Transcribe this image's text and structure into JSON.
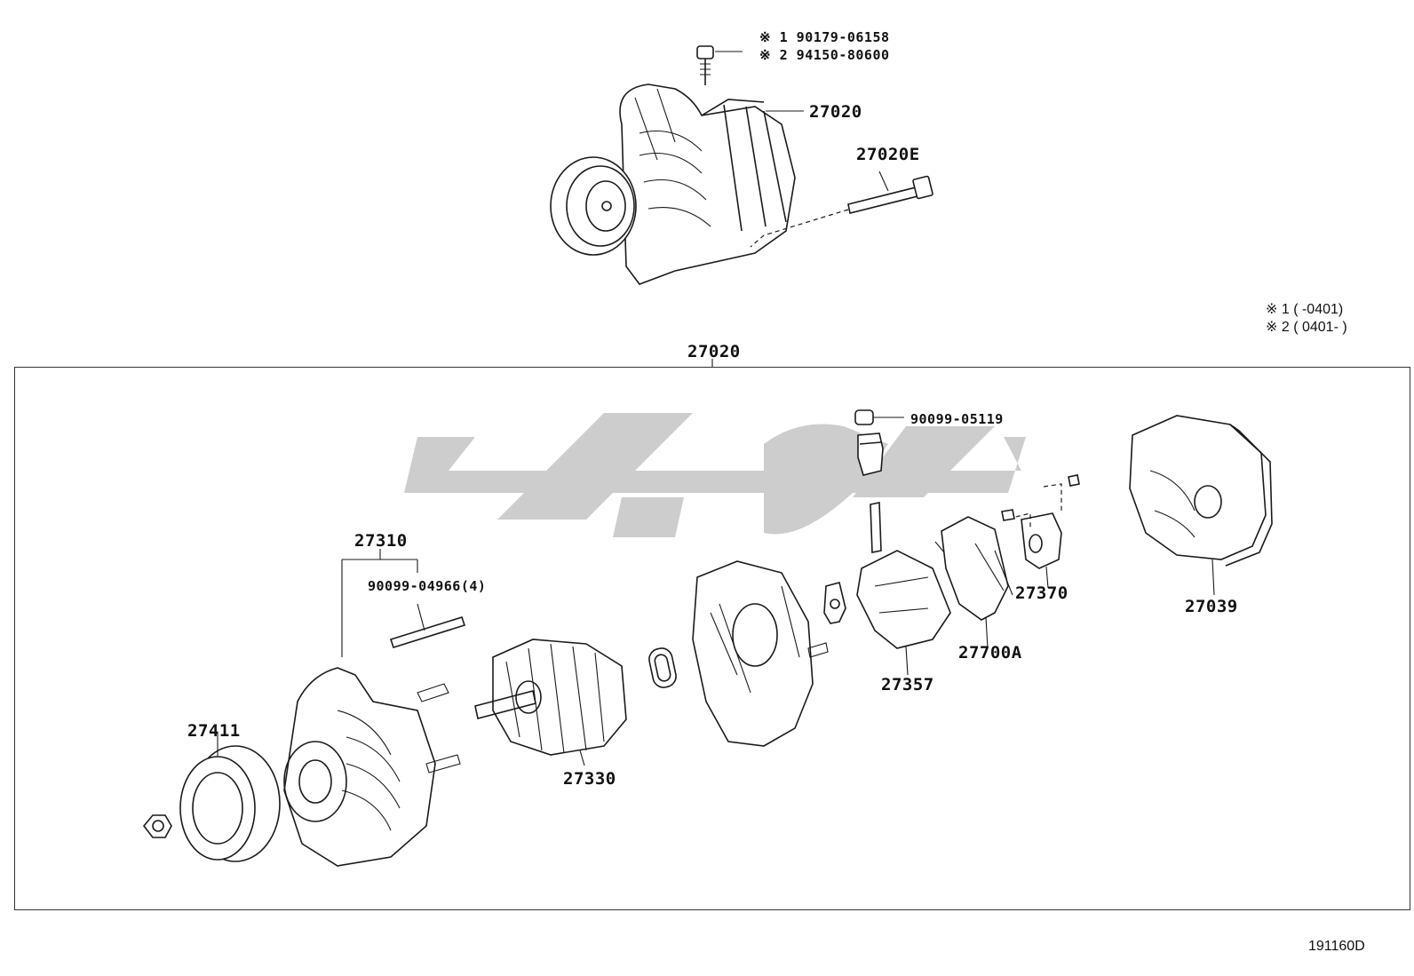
{
  "top_callouts": {
    "note_1": "※ 1 90179-06158",
    "note_2": "※ 2 94150-80600",
    "assembly": "27020",
    "bolt": "27020E"
  },
  "legend": {
    "line_1": "※ 1 (        -0401)",
    "line_2": "※ 2 ( 0401-        )"
  },
  "exploded": {
    "frame_label": "27020",
    "nut_cap": "90099-05119",
    "drive_end_frame": "27310",
    "stud": "90099-04966(4)",
    "pulley": "27411",
    "rotor": "27330",
    "brush_holder": "27357",
    "regulator": "27700A",
    "terminal_insulator": "27370",
    "rear_cover": "27039"
  },
  "figure_code": "191160D"
}
